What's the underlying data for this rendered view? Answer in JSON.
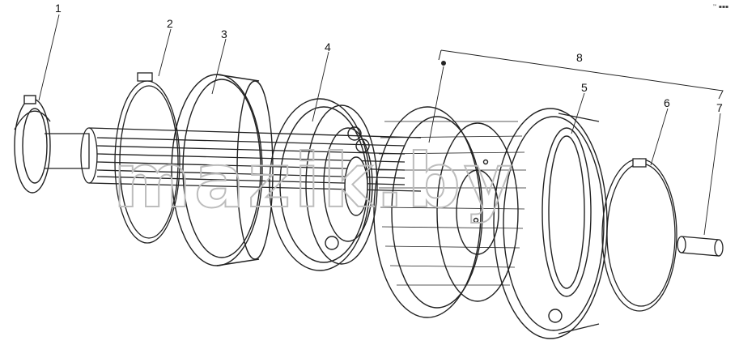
{
  "diagram": {
    "callouts": [
      {
        "id": "c1",
        "label": "1"
      },
      {
        "id": "c2",
        "label": "2"
      },
      {
        "id": "c3",
        "label": "3"
      },
      {
        "id": "c4",
        "label": "4"
      },
      {
        "id": "c5",
        "label": "5"
      },
      {
        "id": "c6",
        "label": "6"
      },
      {
        "id": "c7",
        "label": "7"
      },
      {
        "id": "c8",
        "label": "8"
      }
    ],
    "watermark": "mazik.by",
    "corner_mark": "™ ▪▪▪"
  }
}
